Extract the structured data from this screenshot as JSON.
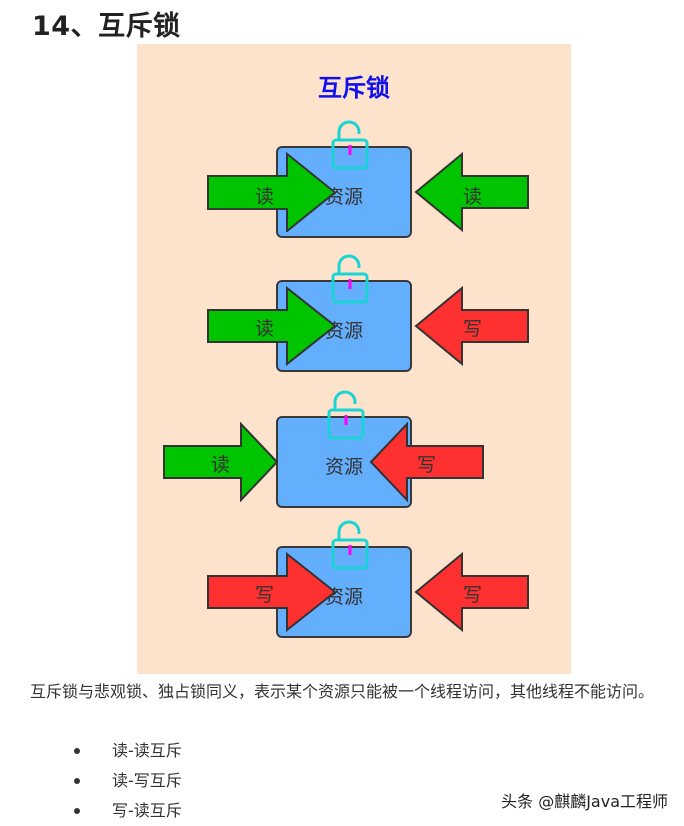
{
  "heading": "14、互斥锁",
  "figure": {
    "title": "互斥锁",
    "colors": {
      "background": "#fde3cb",
      "resource": "#64aefe",
      "read_arrow": "#00c400",
      "write_arrow": "#ff3030",
      "lock": "#1ad4d4",
      "lock_key": "#ff00ff",
      "title": "#1010ee"
    },
    "scenes": [
      {
        "resource_label": "资源",
        "left_arrow": {
          "label": "读",
          "type": "read"
        },
        "right_arrow": {
          "label": "读",
          "type": "read"
        }
      },
      {
        "resource_label": "资源",
        "left_arrow": {
          "label": "读",
          "type": "read"
        },
        "right_arrow": {
          "label": "写",
          "type": "write"
        }
      },
      {
        "resource_label": "资源",
        "left_arrow": {
          "label": "读",
          "type": "read"
        },
        "right_arrow": {
          "label": "写",
          "type": "write"
        }
      },
      {
        "resource_label": "资源",
        "left_arrow": {
          "label": "写",
          "type": "write"
        },
        "right_arrow": {
          "label": "写",
          "type": "write"
        }
      }
    ]
  },
  "paragraph": "互斥锁与悲观锁、独占锁同义，表示某个资源只能被一个线程访问，其他线程不能访问。",
  "list": [
    "读-读互斥",
    "读-写互斥",
    "写-读互斥"
  ],
  "watermark": "头条 @麒麟Java工程师"
}
